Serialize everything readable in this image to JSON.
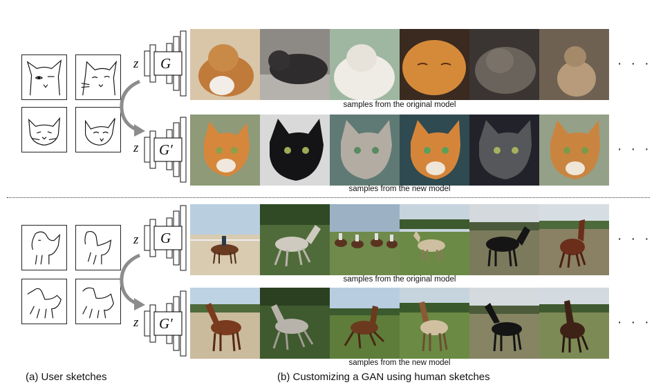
{
  "figure": {
    "top_panel": {
      "sketches": [
        "cat-sketch-1",
        "cat-sketch-2",
        "cat-sketch-3",
        "cat-sketch-4"
      ],
      "latent_label": "z",
      "original_generator": "G",
      "new_generator": "G′",
      "original_caption": "samples from the original model",
      "new_caption": "samples from the new model",
      "ellipsis": "· · ·"
    },
    "bottom_panel": {
      "sketches": [
        "horse-sketch-1",
        "horse-sketch-2",
        "horse-sketch-3",
        "horse-sketch-4"
      ],
      "latent_label": "z",
      "original_generator": "G",
      "new_generator": "G′",
      "original_caption": "samples from the original model",
      "new_caption": "samples from the new model",
      "ellipsis": "· · ·"
    },
    "subcaption_a": "(a) User sketches",
    "subcaption_b": "(b) Customizing a GAN using human sketches"
  },
  "colors": {
    "original_cat_tiles": [
      "#b07a3e",
      "#3a3838",
      "#e6e2dc",
      "#d58a3a",
      "#5a554f",
      "#8c7a66"
    ],
    "new_cat_tiles": [
      "#7c8a66",
      "#1e1e20",
      "#a9a49c",
      "#3d5a5c",
      "#2a2b2f",
      "#88927a"
    ],
    "original_horse_tiles": [
      "#d8cbb0",
      "#4f6b3a",
      "#6f8a4b",
      "#6b8a45",
      "#7c7a5c",
      "#8a8064"
    ],
    "new_horse_tiles": [
      "#c9bb9c",
      "#3e5a2e",
      "#5e7d3a",
      "#6b8a44",
      "#868463",
      "#7c8a55"
    ],
    "arrow": "#8c8c8c"
  }
}
